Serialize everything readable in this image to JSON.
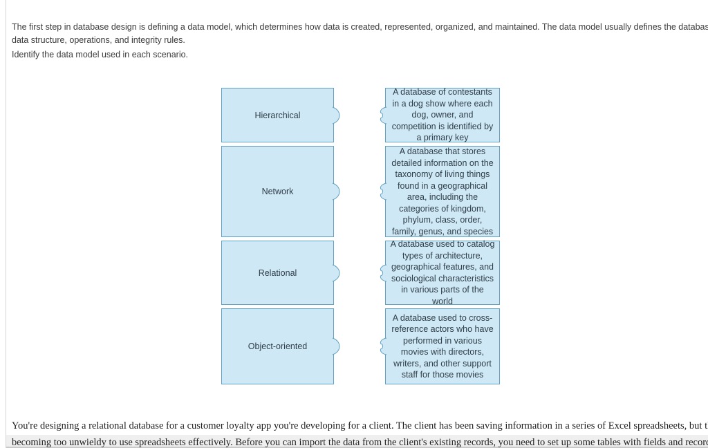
{
  "page": {
    "intro_line1": "The first step in database design is defining a data model, which determines how data is created, represented, organized, and maintained. The data model usually defines the database's",
    "intro_line2": "data structure, operations, and integrity rules.",
    "instruction": "Identify the data model used in each scenario.",
    "footer_line1": "You're designing a relational database for a customer loyalty app you're developing for a client. The client has been saving information in a series of Excel spreadsheets, but the volume of data is",
    "footer_line2": "becoming too unwieldy to use spreadsheets effectively. Before you can import the data from the client's existing records, you need to set up some tables with fields and records."
  },
  "matching": {
    "models": [
      {
        "label": "Hierarchical"
      },
      {
        "label": "Network"
      },
      {
        "label": "Relational"
      },
      {
        "label": "Object-oriented"
      }
    ],
    "scenarios": [
      {
        "text": "A database of contestants in a dog show where each dog, owner, and competition is identified by a primary key"
      },
      {
        "text": "A database that stores detailed information on the taxonomy of living things found in a geographical area, including the categories of kingdom, phylum, class, order, family, genus, and species"
      },
      {
        "text": "A database used to catalog types of architecture, geographical features, and sociological characteristics in various parts of the world"
      },
      {
        "text": "A database used to cross-reference actors who have performed in various movies with directors, writers, and other support staff for those movies"
      }
    ]
  },
  "colors": {
    "box_fill": "#cee8f5",
    "box_border": "#62a0c2",
    "box_text": "#2f3e47",
    "intro_text": "#3b3b3b",
    "footer_text": "#1f1f1f",
    "left_rule": "#d4d4d4",
    "footer_band": "#efefef"
  }
}
